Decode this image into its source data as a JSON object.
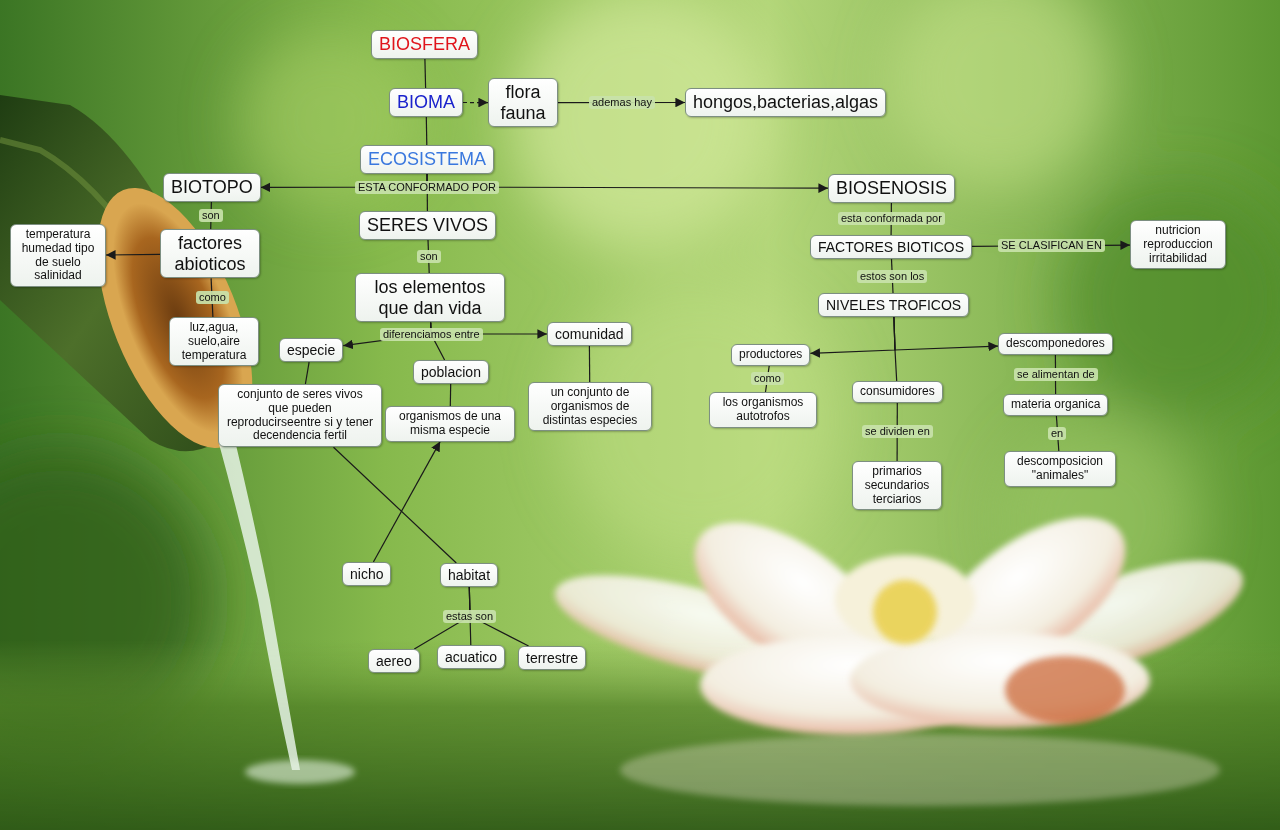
{
  "diagram": {
    "nodes": [
      {
        "text": [
          "BIOSFERA"
        ]
      },
      {
        "text": [
          "BIOMA"
        ]
      },
      {
        "text": [
          "flora fauna"
        ]
      },
      {
        "text": [
          "hongos,bacterias,algas"
        ]
      },
      {
        "text": [
          "ECOSISTEMA"
        ]
      },
      {
        "text": [
          "BIOTOPO"
        ]
      },
      {
        "text": [
          "BIOSENOSIS"
        ]
      },
      {
        "text": [
          "factores abioticos"
        ]
      },
      {
        "text": [
          "temperatura humedad tipo de suelo salinidad"
        ]
      },
      {
        "text": [
          "SERES VIVOS"
        ]
      },
      {
        "text": [
          "los elementos que dan vida"
        ]
      },
      {
        "text": [
          "FACTORES BIOTICOS"
        ]
      },
      {
        "text": [
          "nutricion reproduccion irritabilidad"
        ]
      },
      {
        "text": [
          "NIVELES TROFICOS"
        ]
      },
      {
        "text": [
          "luz,agua, suelo,aire temperatura"
        ]
      },
      {
        "text": [
          "especie"
        ]
      },
      {
        "text": [
          "comunidad"
        ]
      },
      {
        "text": [
          "productores"
        ]
      },
      {
        "text": [
          "descomponedores"
        ]
      },
      {
        "text": [
          "poblacion"
        ]
      },
      {
        "text": [
          "conjunto de seres vivos que pueden reproducirseentre si y tener decendencia fertil"
        ]
      },
      {
        "text": [
          "organismos de una misma especie"
        ]
      },
      {
        "text": [
          "un conjunto de organismos de distintas especies"
        ]
      },
      {
        "text": [
          "los organismos autotrofos"
        ]
      },
      {
        "text": [
          "consumidores"
        ]
      },
      {
        "text": [
          "materia organica"
        ]
      },
      {
        "text": [
          "primarios secundarios terciarios"
        ]
      },
      {
        "text": [
          "descomposicion \"animales\""
        ]
      },
      {
        "text": [
          "nicho"
        ]
      },
      {
        "text": [
          "habitat"
        ]
      },
      {
        "text": [
          "aereo"
        ]
      },
      {
        "text": [
          "acuatico"
        ]
      },
      {
        "text": [
          "terrestre"
        ]
      }
    ],
    "edges": [
      {
        "from": 0,
        "to": 1,
        "arrow": "none"
      },
      {
        "from": 1,
        "to": 2,
        "arrow": "to"
      },
      {
        "from": 2,
        "to": 3,
        "label": "ademas hay",
        "arrow": "to"
      },
      {
        "from": 1,
        "to": 4,
        "arrow": "none"
      },
      {
        "from": 4,
        "to": 5,
        "label": "ESTA CONFORMADO POR",
        "arrow": "to"
      },
      {
        "from": 4,
        "to": 6,
        "arrow": "to"
      },
      {
        "from": 4,
        "to": 9,
        "arrow": "none"
      },
      {
        "from": 5,
        "to": 7,
        "label": "son",
        "arrow": "none"
      },
      {
        "from": 7,
        "to": 8,
        "arrow": "to"
      },
      {
        "from": 7,
        "to": 14,
        "label": "como",
        "arrow": "none"
      },
      {
        "from": 9,
        "to": 10,
        "label": "son",
        "arrow": "none"
      },
      {
        "from": 10,
        "to": 15,
        "label": "diferenciamos entre",
        "arrow": "to"
      },
      {
        "from": 10,
        "to": 16,
        "arrow": "to"
      },
      {
        "from": 10,
        "to": 19,
        "arrow": "none"
      },
      {
        "from": 15,
        "to": 20,
        "arrow": "none"
      },
      {
        "from": 19,
        "to": 21,
        "arrow": "none"
      },
      {
        "from": 16,
        "to": 22,
        "arrow": "none"
      },
      {
        "from": 20,
        "to": 29,
        "arrow": "none"
      },
      {
        "from": 28,
        "to": 21,
        "arrow": "to"
      },
      {
        "from": 29,
        "to": 30,
        "label": "estas son",
        "arrow": "none"
      },
      {
        "from": 29,
        "to": 31,
        "arrow": "none"
      },
      {
        "from": 29,
        "to": 32,
        "arrow": "none"
      },
      {
        "from": 6,
        "to": 11,
        "label": "esta conformada por",
        "arrow": "none"
      },
      {
        "from": 11,
        "to": 12,
        "label": "SE CLASIFICAN EN",
        "arrow": "to"
      },
      {
        "from": 11,
        "to": 13,
        "label": "estos son los",
        "arrow": "none"
      },
      {
        "from": 13,
        "to": 17,
        "arrow": "to"
      },
      {
        "from": 13,
        "to": 18,
        "arrow": "to"
      },
      {
        "from": 13,
        "to": 24,
        "arrow": "none"
      },
      {
        "from": 17,
        "to": 23,
        "label": "como",
        "arrow": "none"
      },
      {
        "from": 24,
        "to": 26,
        "label": "se dividen en",
        "arrow": "none"
      },
      {
        "from": 18,
        "to": 25,
        "label": "se alimentan de",
        "arrow": "none"
      },
      {
        "from": 25,
        "to": 27,
        "label": "en",
        "arrow": "none"
      }
    ]
  }
}
